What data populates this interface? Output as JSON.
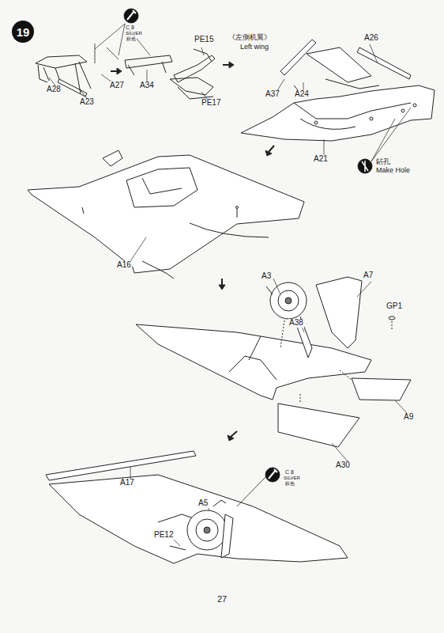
{
  "diagram": {
    "nodes": [
      {
        "text": [
          "19"
        ]
      }
    ],
    "labels": [
      "C 8",
      "SILVER",
      "銀色",
      "PE15",
      "《左側机翼》",
      "Left wing",
      "A26",
      "A28",
      "A27",
      "A34",
      "A37",
      "A24",
      "A23",
      "PE17",
      "A21",
      "鉆孔",
      "Make Hole",
      "A16",
      "A3",
      "A7",
      "A38",
      "GP1",
      "A9",
      "A30",
      "A17",
      "A5",
      "C 8",
      "SILVER",
      "銀色",
      "PE12",
      "27"
    ]
  }
}
